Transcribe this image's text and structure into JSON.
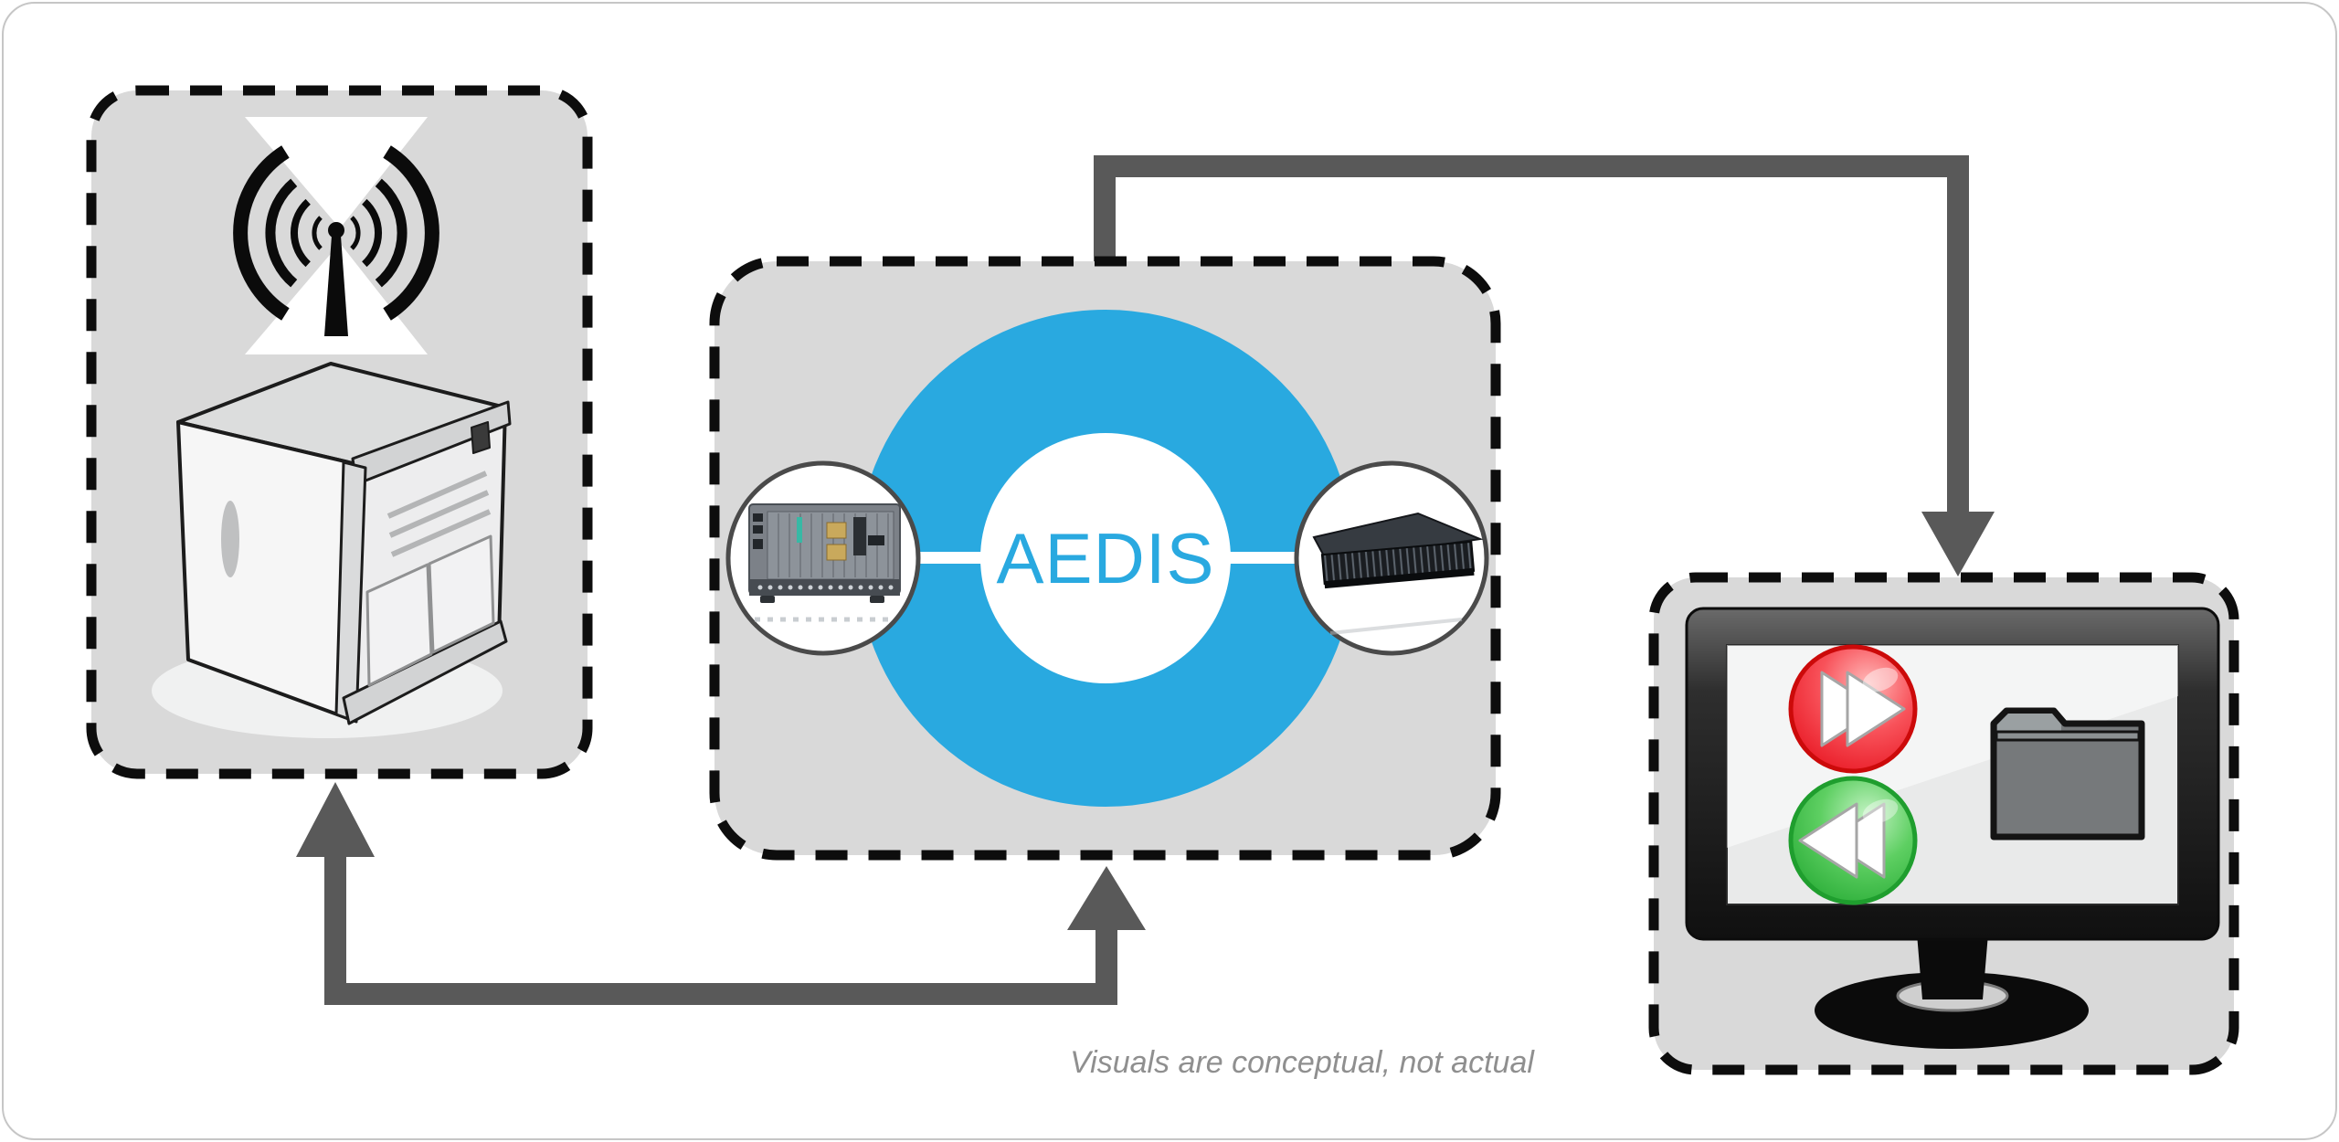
{
  "diagram": {
    "caption": "Visuals are conceptual, not actual",
    "center_label": "AEDIS",
    "boxes": [
      {
        "id": "broadcast-source",
        "label": "",
        "icons": [
          "broadcast-antenna-icon",
          "computer-tower-icon"
        ]
      },
      {
        "id": "aedis-core",
        "label": "AEDIS",
        "icons": [
          "test-chassis-icon",
          "rack-server-icon"
        ]
      },
      {
        "id": "workstation-output",
        "label": "",
        "icons": [
          "monitor-icon",
          "fast-forward-button-icon",
          "rewind-button-icon",
          "folder-icon"
        ]
      }
    ],
    "connectors": [
      {
        "from": "aedis-core",
        "to": "workstation-output",
        "shape": "up-right-down",
        "arrowhead": "down-into-workstation"
      },
      {
        "from": "aedis-core",
        "to": "broadcast-source",
        "shape": "down-left-up",
        "arrowhead": "up-arrowheads-at-both-ends"
      }
    ],
    "colors": {
      "box_fill": "#d9d9d9",
      "dashed_border": "#0d0d0d",
      "arrow": "#595959",
      "accent_blue": "#29a9e0",
      "button_red": "#ec1c24",
      "button_green": "#2fb457",
      "screen": "#e9eaea",
      "folder_gray": "#76797b",
      "caption_gray": "#8f8f8f"
    }
  }
}
